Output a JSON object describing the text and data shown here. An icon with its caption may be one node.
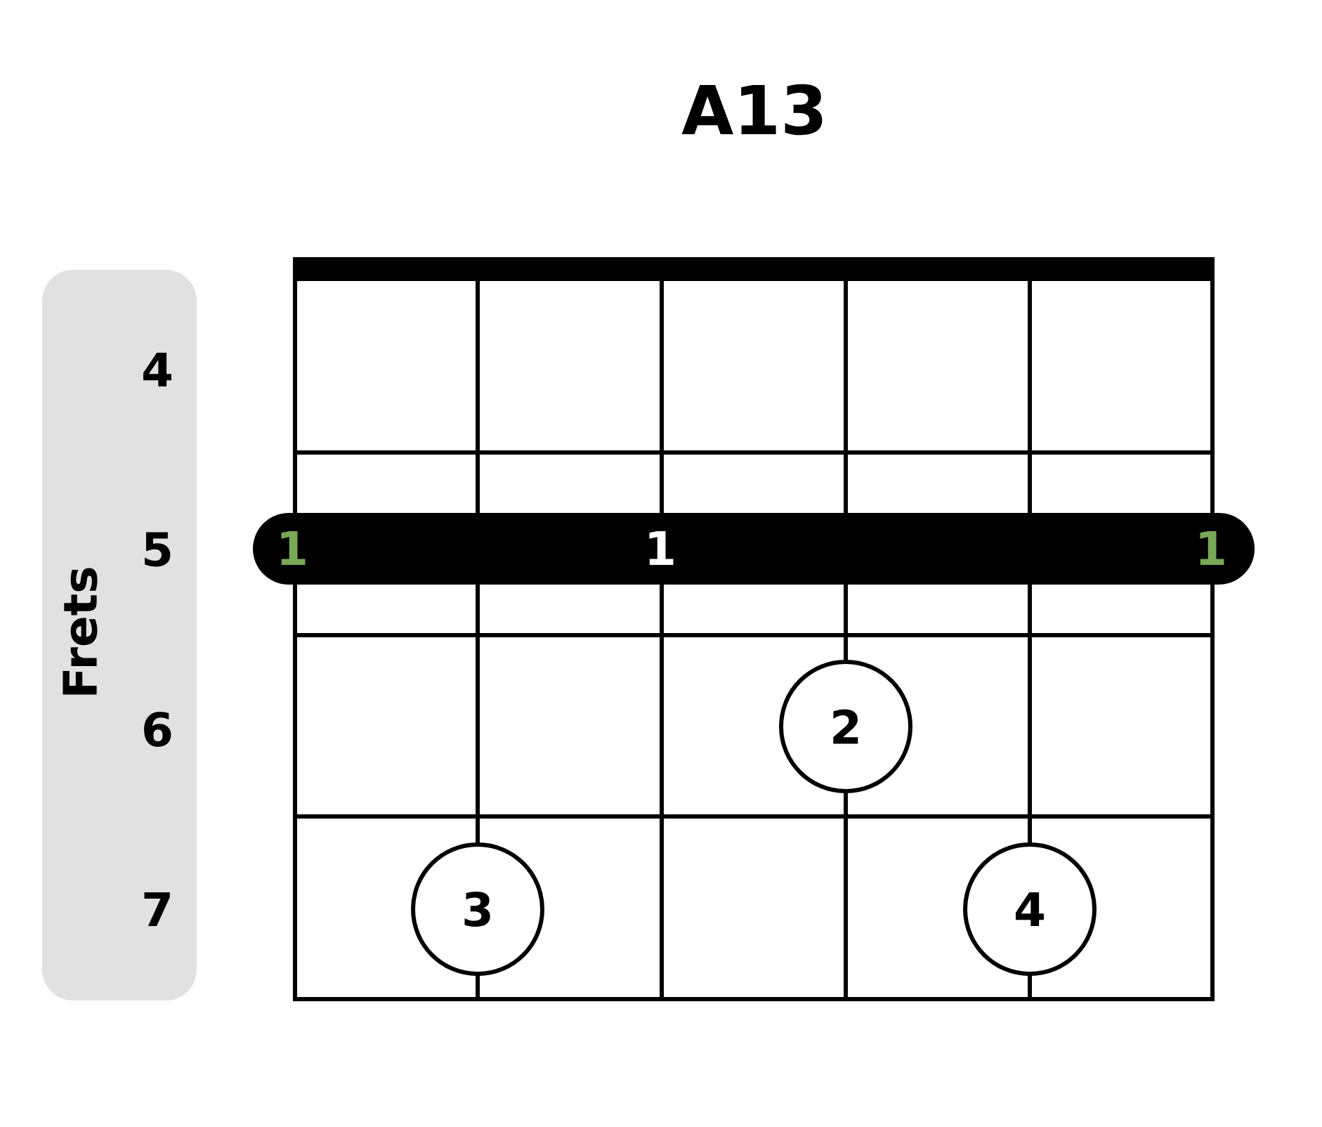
{
  "diagram": {
    "title": "A13",
    "nodes": [
      {
        "text": [
          "Frets",
          "4",
          "5",
          "6",
          "7"
        ]
      },
      {
        "text": [
          "1",
          "1",
          "1"
        ]
      },
      {
        "text": [
          "2"
        ]
      },
      {
        "text": [
          "3"
        ]
      },
      {
        "text": [
          "4"
        ]
      }
    ]
  }
}
